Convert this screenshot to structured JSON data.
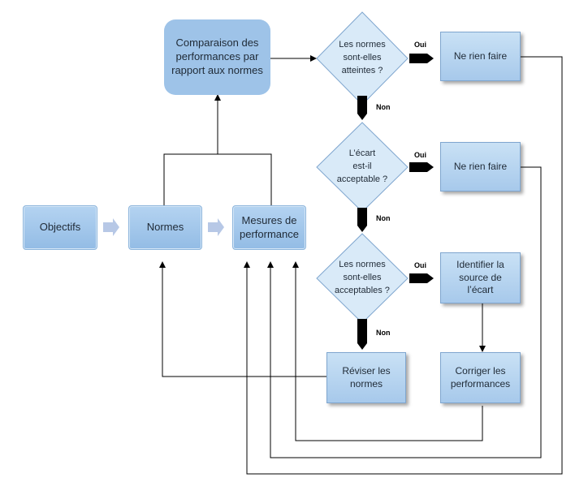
{
  "nodes": {
    "comparaison": "Comparaison des\nperformances par\nrapport aux normes",
    "objectifs": "Objectifs",
    "normes": "Normes",
    "mesures": "Mesures de\nperformance",
    "decision1": "Les normes\nsont-elles\natteintes ?",
    "decision2": "L’écart\nest-il\nacceptable ?",
    "decision3": "Les normes\nsont-elles\nacceptables ?",
    "ne_rien_faire_1": "Ne rien faire",
    "ne_rien_faire_2": "Ne rien faire",
    "identifier": "Identifier la\nsource de\nl’écart",
    "corriger": "Corriger les\nperformances",
    "reviser": "Réviser les\nnormes"
  },
  "labels": {
    "oui_1": "Oui",
    "oui_2": "Oui",
    "oui_3": "Oui",
    "non_1": "Non",
    "non_2": "Non",
    "non_3": "Non"
  },
  "colors": {
    "box_fill": "#a7c9eb",
    "box_border": "#7fa6cf",
    "diamond_fill": "#d9eaf8",
    "diamond_border": "#7fa6cf",
    "arrow": "#000000",
    "chevron": "#b7c8e6"
  }
}
